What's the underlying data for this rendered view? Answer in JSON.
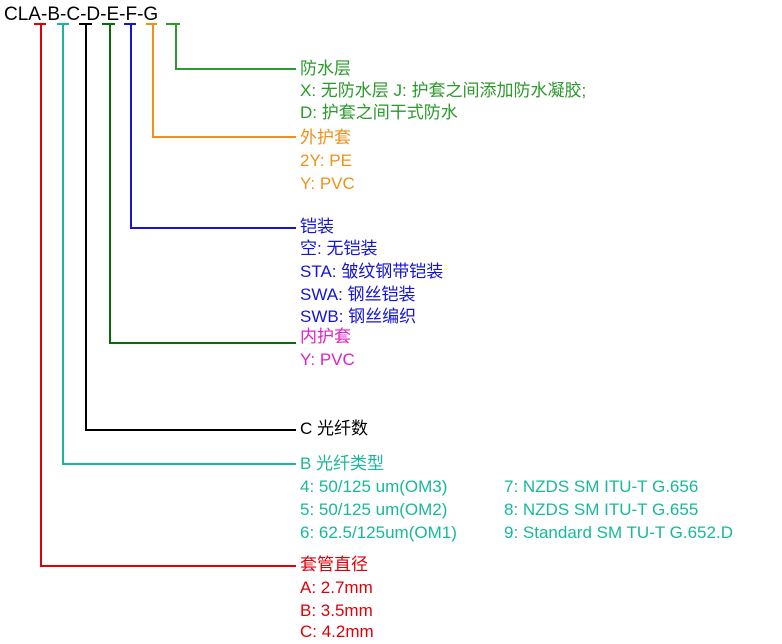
{
  "code": {
    "parts": [
      "CL",
      "A",
      "-",
      "B",
      "-",
      "C",
      "-",
      "D",
      "-",
      "E",
      "-",
      "F",
      "-",
      "G"
    ]
  },
  "colors": {
    "A": "#e0000a",
    "B": "#1ab89a",
    "C": "#000000",
    "D": "#0a6b0a",
    "E": "#1414d8",
    "F": "#f0901a",
    "G": "#2a9a2a",
    "D_label": "#e020c8"
  },
  "sections": {
    "G": {
      "title": "防水层",
      "lines": [
        "X: 无防水层 J: 护套之间添加防水凝胶;",
        "D: 护套之间干式防水"
      ]
    },
    "F": {
      "title": "外护套",
      "lines": [
        "2Y: PE",
        "Y: PVC"
      ]
    },
    "E": {
      "title": "铠装",
      "lines": [
        "空: 无铠装",
        "STA:  皱纹钢带铠装",
        "SWA: 钢丝铠装",
        "SWB: 钢丝编织"
      ]
    },
    "D": {
      "title": "内护套",
      "lines": [
        "Y: PVC"
      ]
    },
    "C": {
      "title": "C 光纤数"
    },
    "B": {
      "title": "B 光纤类型",
      "col1": [
        "4: 50/125 um(OM3)",
        "5: 50/125 um(OM2)",
        "6: 62.5/125um(OM1)"
      ],
      "col2": [
        "7: NZDS SM ITU-T G.656",
        "8: NZDS SM ITU-T G.655",
        "9: Standard SM TU-T G.652.D"
      ]
    },
    "A": {
      "title": "套管直径",
      "lines": [
        "A: 2.7mm",
        "B: 3.5mm",
        "C: 4.2mm"
      ]
    }
  }
}
